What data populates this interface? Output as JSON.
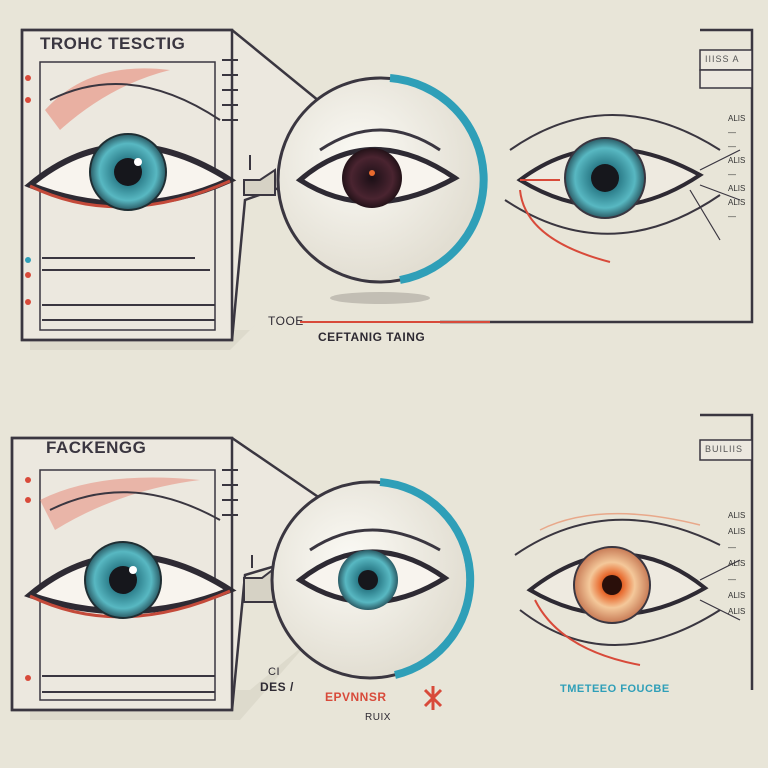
{
  "top_row": {
    "title": "TROHC TESCTIG",
    "small_caption": "TOOE",
    "main_caption": "CEFTANIG TAING",
    "tab_label": "IIISS A",
    "side_list": [
      "ALIS",
      "—",
      "—",
      "ALIS",
      "—",
      "ALIS",
      "ALIS",
      "—"
    ]
  },
  "bottom_row": {
    "title": "FACKENGG",
    "small_caption_1": "CI",
    "small_caption_2": "DES /",
    "main_caption": "EPVNNSR",
    "sub_caption": "RUIX",
    "tab_label": "BUILIIS",
    "right_caption": "TMETEEO FOUCBE",
    "side_list": [
      "ALIS",
      "ALIS",
      "—",
      "ALIS",
      "—",
      "ALIS",
      "ALIS"
    ]
  },
  "colors": {
    "background": "#e8e5d8",
    "ink": "#2e2a33",
    "accent_teal": "#2f9fb8",
    "accent_red": "#d84a3a",
    "iris_blue": "#3f9aa6",
    "iris_dark": "#3a1f2a"
  }
}
